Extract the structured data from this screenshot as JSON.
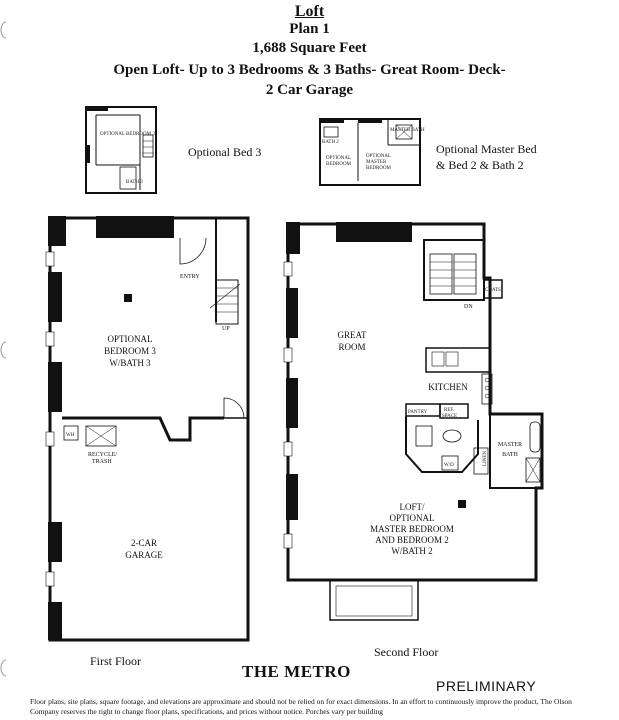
{
  "header": {
    "title": "Loft",
    "plan": "Plan 1",
    "square_feet": "1,688 Square Feet",
    "description": "Open Loft- Up to 3 Bedrooms & 3 Baths- Great Room- Deck-",
    "garage": "2 Car Garage"
  },
  "options": {
    "bed3_label": "Optional  Bed 3",
    "master_label_line1": "Optional Master Bed",
    "master_label_line2": "& Bed 2 & Bath 2",
    "bed3_room": "OPTIONAL BEDROOM 3",
    "master_bath_tiny": "MASTER BATH",
    "bath2_tiny": "BATH 2",
    "opt_bedroom_tiny_1": "OPTIONAL",
    "opt_bedroom_tiny_2": "BEDROOM",
    "opt_master_tiny_1": "OPTIONAL",
    "opt_master_tiny_2": "MASTER",
    "opt_master_tiny_3": "BEDROOM",
    "bath3_tiny": "BATH 3"
  },
  "first_floor": {
    "label": "First Floor",
    "entry": "ENTRY",
    "up": "UP",
    "bed3_line1": "OPTIONAL",
    "bed3_line2": "BEDROOM 3",
    "bed3_line3": "W/BATH 3",
    "wh": "WH",
    "recycle_line1": "RECYCLE/",
    "recycle_line2": "TRASH",
    "garage_line1": "2-CAR",
    "garage_line2": "GARAGE"
  },
  "second_floor": {
    "label": "Second Floor",
    "great_line1": "GREAT",
    "great_line2": "ROOM",
    "kitchen": "KITCHEN",
    "dn": "DN",
    "coats": "COATS",
    "pantry": "PANTRY",
    "ref_line1": "REF.",
    "ref_line2": "SPACE",
    "master_bath_line1": "MASTER",
    "master_bath_line2": "BATH",
    "wd": "W/D",
    "linen": "LINEN",
    "loft_line1": "LOFT/",
    "loft_line2": "OPTIONAL",
    "loft_line3": "MASTER BEDROOM",
    "loft_line4": "AND BEDROOM 2",
    "loft_line5": "W/BATH 2"
  },
  "footer": {
    "brand": "THE METRO",
    "status": "PRELIMINARY",
    "disclaimer": "Floor plans, site plans, square footage, and elevations are approximate and should not be relied on for exact dimensions.  In an effort to continuously improve the product, The Olson Company reserves the right to change floor plans, specifications, and prices without notice.  Porches vary per building"
  }
}
